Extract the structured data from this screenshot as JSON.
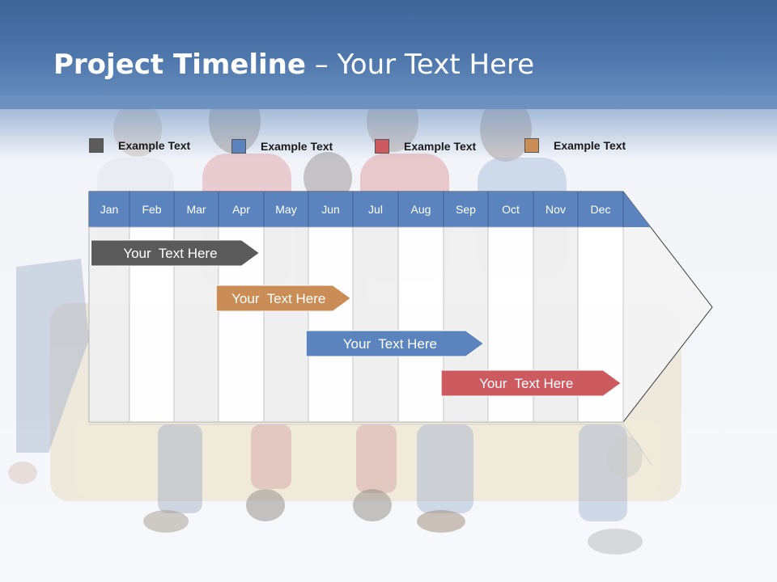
{
  "slide": {
    "title_bold": "Project Timeline",
    "title_rest": " – Your Text Here"
  },
  "legend": [
    {
      "label": "Example Text",
      "color": "#5a5a5a"
    },
    {
      "label": "Example Text",
      "color": "#5b84be"
    },
    {
      "label": "Example Text",
      "color": "#cc5a5e"
    },
    {
      "label": "Example Text",
      "color": "#c98d55"
    }
  ],
  "timeline": {
    "months": [
      "Jan",
      "Feb",
      "Mar",
      "Apr",
      "May",
      "Jun",
      "Jul",
      "Aug",
      "Sep",
      "Oct",
      "Nov",
      "Dec"
    ],
    "header_color": "#5b84be",
    "bars": [
      {
        "label": "Your  Text Here",
        "start": 0.05,
        "end": 3.9,
        "color": "#5a5a5a"
      },
      {
        "label": "Your  Text Here",
        "start": 2.95,
        "end": 5.95,
        "color": "#c98d55"
      },
      {
        "label": "Your  Text Here",
        "start": 4.95,
        "end": 8.9,
        "color": "#5b84be"
      },
      {
        "label": "Your  Text Here",
        "start": 7.95,
        "end": 11.95,
        "color": "#cc5a5e"
      }
    ]
  }
}
